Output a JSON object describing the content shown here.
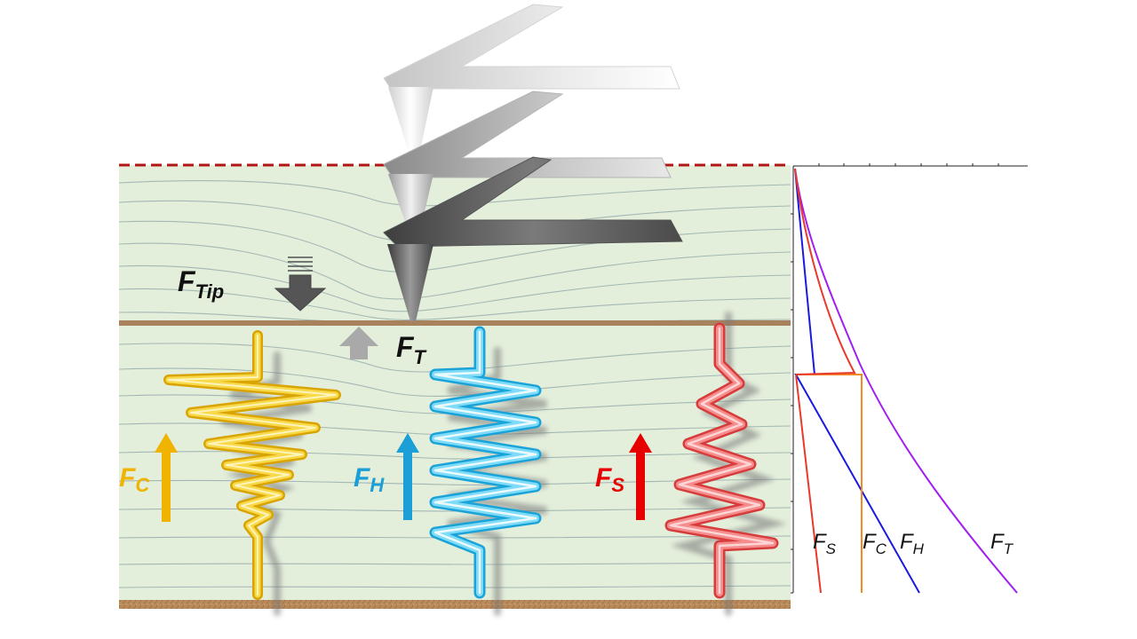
{
  "labels": {
    "f_tip": {
      "main": "F",
      "sub": "Tip"
    },
    "f_t": {
      "main": "F",
      "sub": "T"
    },
    "f_c": {
      "main": "F",
      "sub": "C"
    },
    "f_h": {
      "main": "F",
      "sub": "H"
    },
    "f_s": {
      "main": "F",
      "sub": "S"
    }
  },
  "plot_labels": {
    "fs": {
      "main": "F",
      "sub": "S"
    },
    "fc": {
      "main": "F",
      "sub": "C"
    },
    "fh": {
      "main": "F",
      "sub": "H"
    },
    "ft": {
      "main": "F",
      "sub": "T"
    }
  },
  "colors": {
    "background_layer": "#e3eedb",
    "contour": "#9db3b0",
    "dashed_line": "#b01818",
    "membrane": "#a8825c",
    "substrate": "#b98a5b",
    "cantilever_dark": "#5a5a5a",
    "cantilever_mid": "#a6a6a6",
    "cantilever_light": "#dedede",
    "spring_c": "#f5c518",
    "spring_h": "#4cc8f0",
    "spring_s": "#ee5a5a",
    "arrow_c": "#f0b400",
    "arrow_h": "#1b9fd6",
    "arrow_s": "#e80000",
    "curve_fs": "#e8392b",
    "curve_fc": "#f08a24",
    "curve_fh": "#1a1adf",
    "curve_ft": "#a020f0",
    "label_c": "#f0b400",
    "label_h": "#1b9fd6",
    "label_s": "#e80000"
  }
}
